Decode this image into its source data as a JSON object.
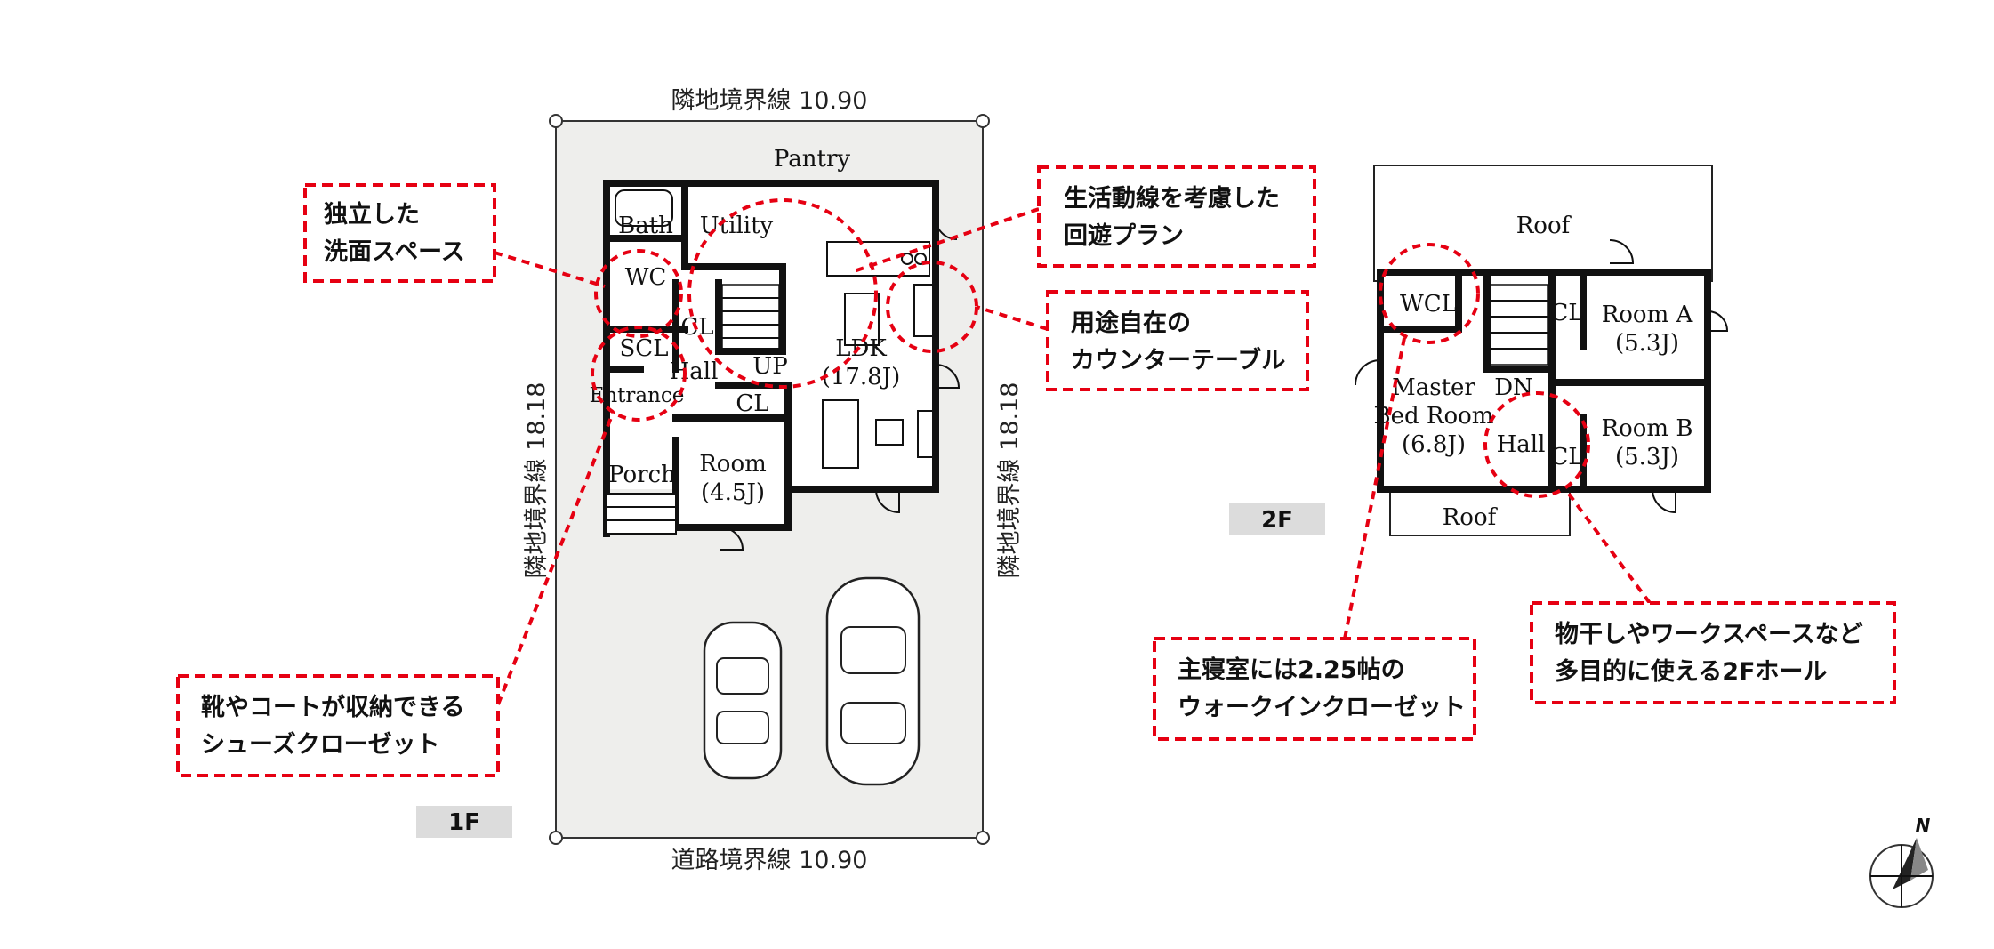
{
  "site": {
    "top_boundary": "隣地境界線 10.90",
    "bottom_boundary": "道路境界線 10.90",
    "left_boundary": "隣地境界線 18.18",
    "right_boundary": "隣地境界線 18.18"
  },
  "floor1": {
    "label": "1F",
    "rooms": {
      "pantry": "Pantry",
      "bath": "Bath",
      "utility": "Utility",
      "wc": "WC",
      "cl_stair": "CL",
      "scl": "SCL",
      "hall": "Hall",
      "up": "UP",
      "ldk": "LDK",
      "ldk_size": "(17.8J)",
      "entrance": "Entrance",
      "cl_room": "CL",
      "room": "Room",
      "room_size": "(4.5J)",
      "porch": "Porch"
    }
  },
  "floor2": {
    "label": "2F",
    "rooms": {
      "roof_top": "Roof",
      "wcl": "WCL",
      "cl_a": "CL",
      "room_a": "Room A",
      "room_a_size": "(5.3J)",
      "master_1": "Master",
      "dn": "DN",
      "master_2": "Bed Room",
      "master_size": "(6.8J)",
      "hall": "Hall",
      "cl_b": "CL",
      "room_b": "Room B",
      "room_b_size": "(5.3J)",
      "roof_bottom": "Roof"
    }
  },
  "callouts": [
    {
      "line1": "独立した",
      "line2": "洗面スペース"
    },
    {
      "line1": "生活動線を考慮した",
      "line2": "回遊プラン"
    },
    {
      "line1": "用途自在の",
      "line2": "カウンターテーブル"
    },
    {
      "line1": "靴やコートが収納できる",
      "line2": "シューズクローゼット"
    },
    {
      "line1": "主寝室には2.25帖の",
      "line2": "ウォークインクローゼット"
    },
    {
      "line1": "物干しやワークスペースなど",
      "line2": "多目的に使える2Fホール"
    }
  ],
  "compass": {
    "north": "N"
  },
  "colors": {
    "accent": "#e60012",
    "lot": "#eeeeec",
    "wall": "#111111",
    "label_bg": "#dcdcdc"
  }
}
